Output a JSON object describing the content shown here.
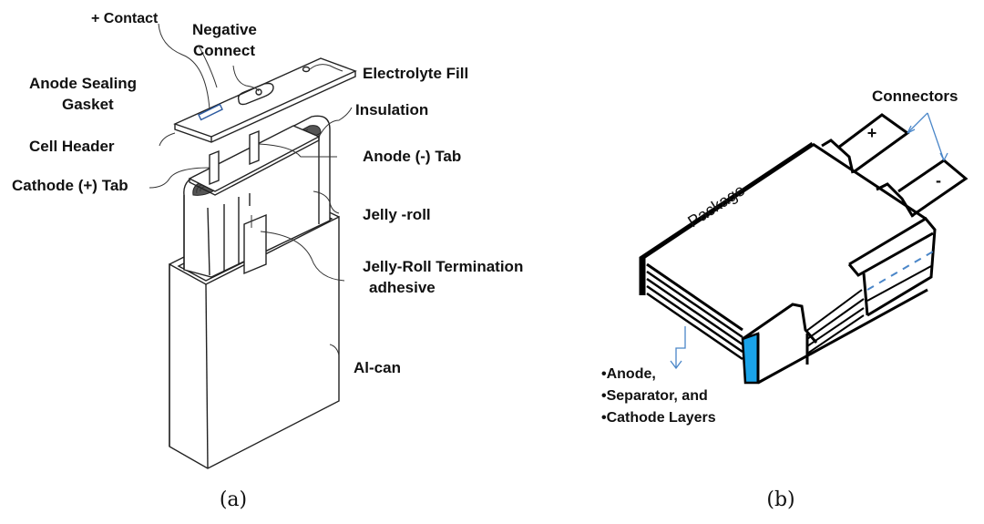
{
  "panel_a": {
    "caption": "(a)",
    "labels": {
      "plus_contact": "+ Contact",
      "negative_connect_1": "Negative",
      "negative_connect_2": "Connect",
      "anode_gasket_1": "Anode Sealing",
      "anode_gasket_2": "Gasket",
      "electrolyte_fill": "Electrolyte Fill",
      "insulation": "Insulation",
      "cell_header": "Cell Header",
      "anode_tab": "Anode (-) Tab",
      "cathode_tab": "Cathode (+) Tab",
      "jelly_roll": "Jelly -roll",
      "termination_1": "Jelly-Roll Termination",
      "termination_2": "adhesive",
      "al_can": "Al-can"
    }
  },
  "panel_b": {
    "caption": "(b)",
    "labels": {
      "connectors": "Connectors",
      "package": "Package",
      "plus_sign": "+",
      "minus_sign": "-",
      "layers_1": "•Anode,",
      "layers_2": "•Separator, and",
      "layers_3": "•Cathode Layers"
    },
    "colors": {
      "accent_blue": "#1aa3e8",
      "arrow_blue": "#4a86c8"
    }
  }
}
